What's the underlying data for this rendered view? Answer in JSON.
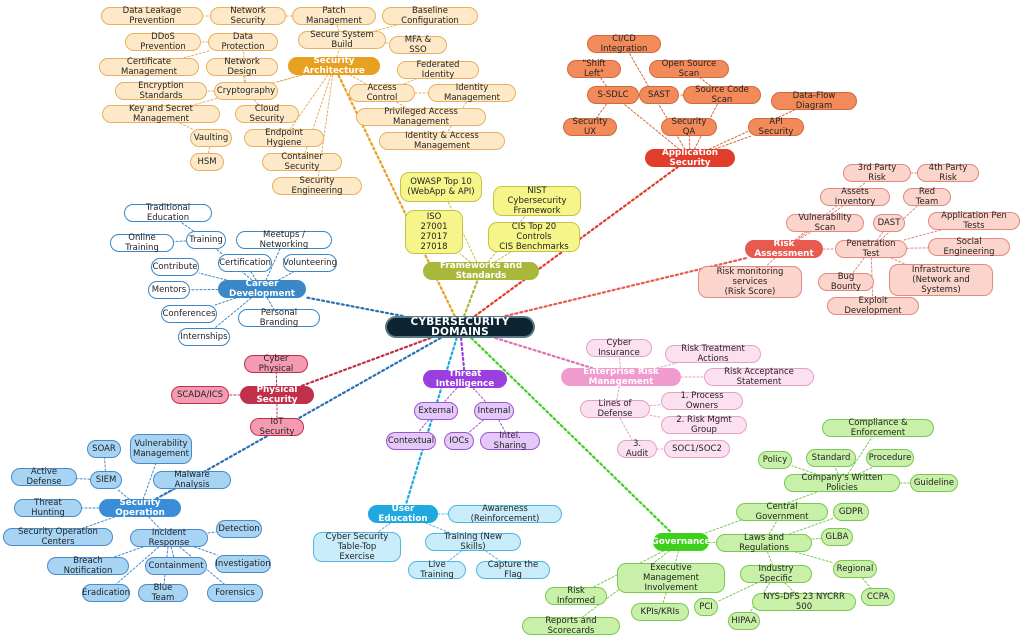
{
  "center": {
    "label": "CYBERSECURITY DOMAINS",
    "color": "#0d2433"
  },
  "groups": [
    {
      "id": "architecture",
      "label": "Security Architecture",
      "main_color": "#e8a020",
      "sub_fill": "#fde9c8",
      "sub_border": "#e8b060",
      "link_color": "#e8a020",
      "items": [
        "Data Leakage Prevention",
        "Network Security",
        "Patch Management",
        "Baseline Configuration",
        "DDoS Prevention",
        "Data Protection",
        "Secure System Build",
        "MFA & SSO",
        "Certificate Management",
        "Network Design",
        "Federated Identity",
        "Encryption Standards",
        "Cryptography",
        "Access Control",
        "Identity Management",
        "Key and Secret Management",
        "Cloud Security",
        "Privileged Access Management",
        "Vaulting",
        "Endpoint Hygiene",
        "Identity & Access Management",
        "HSM",
        "Container Security",
        "Security Engineering"
      ]
    },
    {
      "id": "frameworks",
      "label": "Frameworks and Standards",
      "main_color": "#a9b83a",
      "sub_fill": "#f6f58a",
      "sub_border": "#c5c24a",
      "link_color": "#a9b83a",
      "items": [
        "OWASP Top 10\n(WebApp & API)",
        "NIST Cybersecurity\nFramework",
        "ISO 27001\n27017\n27018",
        "CIS Top 20 Controls\nCIS Benchmarks"
      ]
    },
    {
      "id": "appsec",
      "label": "Application Security",
      "main_color": "#e03d2a",
      "sub_fill": "#f28a5a",
      "sub_border": "#d06a3a",
      "link_color": "#e03d2a",
      "items": [
        "CI/CD Integration",
        "\"Shift Left\"",
        "Open Source Scan",
        "S-SDLC",
        "SAST",
        "Source Code Scan",
        "Data-Flow Diagram",
        "Security UX",
        "Security QA",
        "API Security"
      ]
    },
    {
      "id": "risk",
      "label": "Risk Assessment",
      "main_color": "#e85a50",
      "sub_fill": "#fbd4cc",
      "sub_border": "#e08a80",
      "link_color": "#e85a50",
      "items": [
        "3rd Party Risk",
        "4th Party Risk",
        "Assets Inventory",
        "Red Team",
        "Vulnerability Scan",
        "DAST",
        "Application Pen Tests",
        "Penetration Test",
        "Social Engineering",
        "Risk monitoring services\n(Risk Score)",
        "Bug Bounty",
        "Infrastructure\n(Network and Systems)",
        "Exploit Development"
      ]
    },
    {
      "id": "career",
      "label": "Career Development",
      "main_color": "#3a88c8",
      "sub_fill": "#ffffff",
      "sub_border": "#3a88c8",
      "link_color": "#2a6fb0",
      "items": [
        "Traditional Education",
        "Online Training",
        "Training",
        "Meetups / Networking",
        "Certification",
        "Volunteering",
        "Contribute",
        "Mentors",
        "Conferences",
        "Personal Branding",
        "Internships"
      ]
    },
    {
      "id": "physical",
      "label": "Physical Security",
      "main_color": "#c0304a",
      "sub_fill": "#f49ab2",
      "sub_border": "#c0304a",
      "link_color": "#c0304a",
      "items": [
        "Cyber Physical",
        "SCADA/ICS",
        "IoT Security"
      ]
    },
    {
      "id": "threat",
      "label": "Threat Intelligence",
      "main_color": "#9a3ee0",
      "sub_fill": "#e4c8f8",
      "sub_border": "#9a58d0",
      "link_color": "#9a3ee0",
      "items": [
        "External",
        "Internal",
        "Contextual",
        "IOCs",
        "Intel. Sharing"
      ]
    },
    {
      "id": "enterprise",
      "label": "Enterprise Risk Management",
      "main_color": "#f09ad0",
      "sub_fill": "#fbe0f0",
      "sub_border": "#e4a0cc",
      "link_color": "#e070b0",
      "items": [
        "Cyber Insurance",
        "Risk Treatment Actions",
        "Risk Acceptance Statement",
        "Lines of Defense",
        "1.  Process Owners",
        "2.  Risk Mgmt Group",
        "3. Audit",
        "SOC1/SOC2"
      ]
    },
    {
      "id": "secops",
      "label": "Security Operation",
      "main_color": "#3a8ed8",
      "sub_fill": "#a8d4f4",
      "sub_border": "#4a8ac8",
      "link_color": "#2a70b8",
      "items": [
        "SOAR",
        "Vulnerability\nManagement",
        "Active Defense",
        "SIEM",
        "Malware Analysis",
        "Threat Hunting",
        "Security Operation Centers",
        "Detection",
        "Incident Response",
        "Breach Notification",
        "Containment",
        "Investigation",
        "Eradication",
        "Blue Team",
        "Forensics"
      ]
    },
    {
      "id": "education",
      "label": "User Education",
      "main_color": "#20a8e0",
      "sub_fill": "#c8ecfa",
      "sub_border": "#50b8e0",
      "link_color": "#20a8e0",
      "items": [
        "Awareness (Reinforcement)",
        "Cyber Security\nTable-Top Exercise",
        "Training (New Skills)",
        "Live Training",
        "Capture the Flag"
      ]
    },
    {
      "id": "governance",
      "label": "Governance",
      "main_color": "#3cd01a",
      "sub_fill": "#c8f0a8",
      "sub_border": "#7ac850",
      "link_color": "#3cd01a",
      "items": [
        "Compliance & Enforcement",
        "Policy",
        "Standard",
        "Procedure",
        "Company's Written Policies",
        "Guideline",
        "Central Government",
        "GDPR",
        "Laws and Regulations",
        "GLBA",
        "Executive Management\nInvolvement",
        "Industry Specific",
        "Regional",
        "Risk Informed",
        "KPIs/KRIs",
        "NYS-DFS 23 NYCRR 500",
        "CCPA",
        "PCI",
        "HIPAA",
        "Reports and Scorecards"
      ]
    }
  ]
}
